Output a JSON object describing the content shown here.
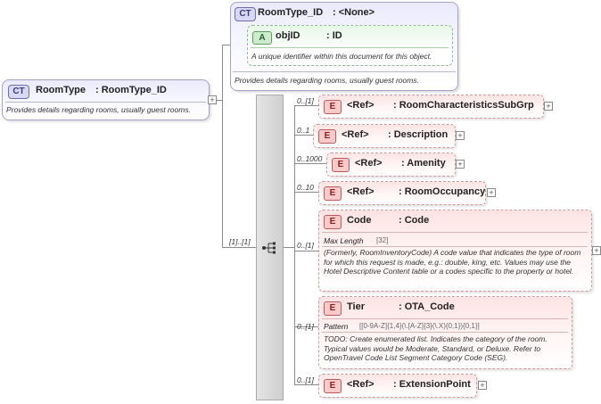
{
  "root": {
    "badge": "CT",
    "name": "RoomType",
    "type": ": RoomType_ID",
    "description": "Provides details regarding rooms, usually guest rooms."
  },
  "complex_type": {
    "badge": "CT",
    "name": "RoomType_ID",
    "base": ": <None>",
    "description": "Provides details regarding rooms, usually guest rooms.",
    "attribute": {
      "badge": "A",
      "name": "objID",
      "type": ": ID",
      "description": "A unique identifier within this document for this object."
    }
  },
  "sequence": {
    "cardinality": "[1]..[1]"
  },
  "elements": [
    {
      "cardinality": "0..[1]",
      "badge": "E",
      "ref": "<Ref>",
      "type": ": RoomCharacteristicsSubGrp"
    },
    {
      "cardinality": "0..1",
      "badge": "E",
      "ref": "<Ref>",
      "type": ": Description"
    },
    {
      "cardinality": "0..1000",
      "badge": "E",
      "ref": "<Ref>",
      "type": ": Amenity"
    },
    {
      "cardinality": "0..10",
      "badge": "E",
      "ref": "<Ref>",
      "type": ": RoomOccupancy"
    },
    {
      "cardinality": "0..[1]",
      "badge": "E",
      "name": "Code",
      "type": ": Code",
      "facet_label": "Max Length",
      "facet_value": "[32]",
      "description": "(Formerly, RoomInventoryCode) A code value that indicates the type of room for which this request is made, e.g.: double, king, etc. Values may use the Hotel Descriptive Content table or a codes specific to the property or hotel."
    },
    {
      "cardinality": "0..[1]",
      "badge": "E",
      "name": "Tier",
      "type": ": OTA_Code",
      "facet_label": "Pattern",
      "facet_value": "[[0-9A-Z]{1,4}(\\.[A-Z]{3}(\\.X){0,1}){0,1}]",
      "description": "TODO: Create enumerated list. Indicates the category of the room. Typical values would be Moderate, Standard, or Deluxe. Refer to OpenTravel Code List Segment Category Code (SEG)."
    },
    {
      "cardinality": "0..[1]",
      "badge": "E",
      "ref": "<Ref>",
      "type": ": ExtensionPoint"
    }
  ],
  "expand_symbol": "+",
  "colors": {
    "complex_type": "#e9e9fb",
    "attribute": "#e7f7e7",
    "element": "#fde3e3",
    "connector": "#8a8a8a"
  }
}
